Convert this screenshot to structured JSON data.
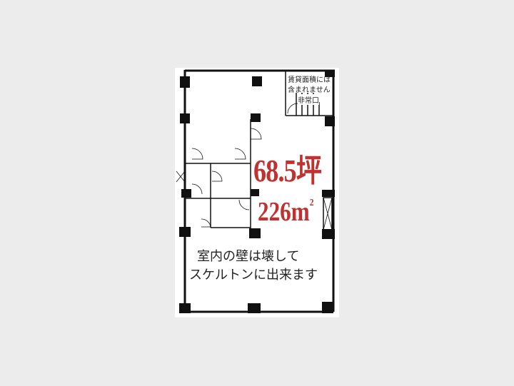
{
  "floor_plan": {
    "area_tsubo": "68.5坪",
    "area_sqm_value": "226m",
    "area_sqm_unit_sup": "2",
    "excluded_note_line1": "賃貸面積には",
    "excluded_note_line2": "含まれません",
    "exit_label": "非常口",
    "remark_line1": "室内の壁は壊して",
    "remark_line2": "スケルトンに出来ます",
    "colors": {
      "area_text": "#c0312f",
      "walls": "#111111",
      "background": "#ececec"
    }
  }
}
